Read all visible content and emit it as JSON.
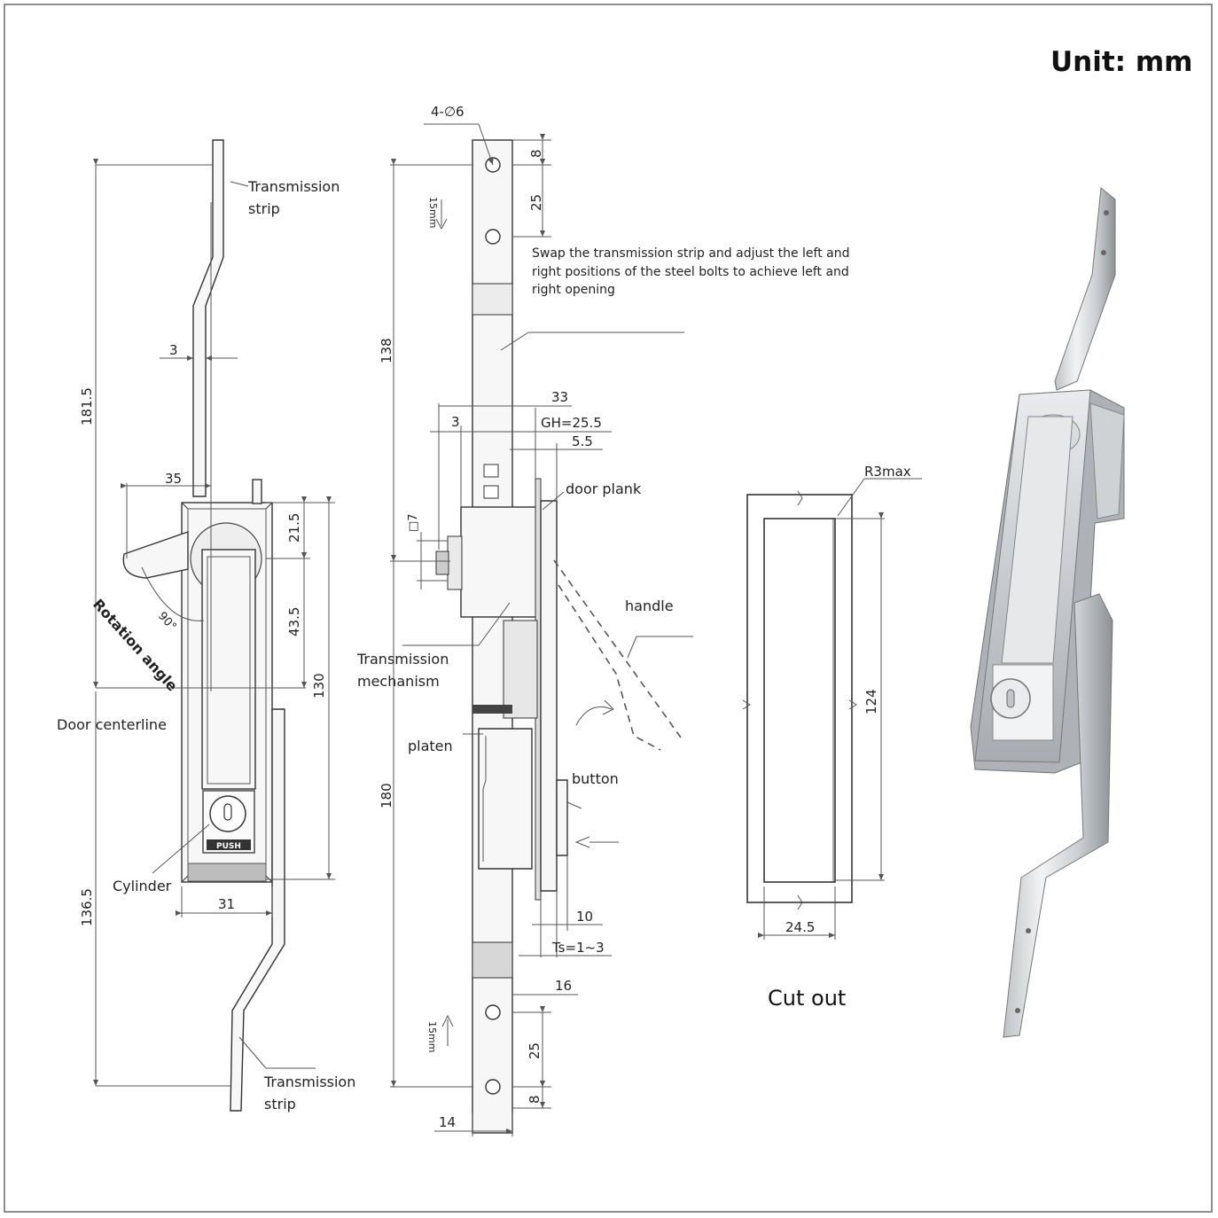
{
  "title": "Unit: mm",
  "cutout": {
    "title": "Cut out",
    "radius": "R3max",
    "height": "124",
    "width": "24.5"
  },
  "side_view": {
    "transmission_strip_top": [
      "Transmission",
      "strip"
    ],
    "transmission_strip_bottom": [
      "Transmission",
      "strip"
    ],
    "rotation_angle": "Rotation angle",
    "angle": "90°",
    "door_centerline": "Door centerline",
    "cylinder": "Cylinder",
    "push": "PUSH",
    "dims": {
      "d181_5": "181.5",
      "d3": "3",
      "d35": "35",
      "d21_5": "21.5",
      "d43_5": "43.5",
      "d130": "130",
      "d31": "31",
      "d136_5": "136.5"
    }
  },
  "front_view": {
    "holes": "4-∅6",
    "d8_top": "8",
    "d25_top": "25",
    "travel_top": "15mm",
    "travel_bottom": "15mm",
    "note": [
      "Swap the transmission strip and adjust the left and",
      "right positions of the steel bolts to achieve left and",
      "right opening"
    ],
    "d138": "138",
    "d33": "33",
    "d3": "3",
    "gh": "GH=25.5",
    "d5_5": "5.5",
    "door_plank": "door plank",
    "square7": "□7",
    "handle": "handle",
    "transmission_mechanism": [
      "Transmission",
      "mechanism"
    ],
    "platen": "platen",
    "button": "button",
    "d180": "180",
    "d10": "10",
    "ts": "Ts=1~3",
    "d16": "16",
    "d25_bottom": "25",
    "d8_bottom": "8",
    "d14": "14"
  }
}
